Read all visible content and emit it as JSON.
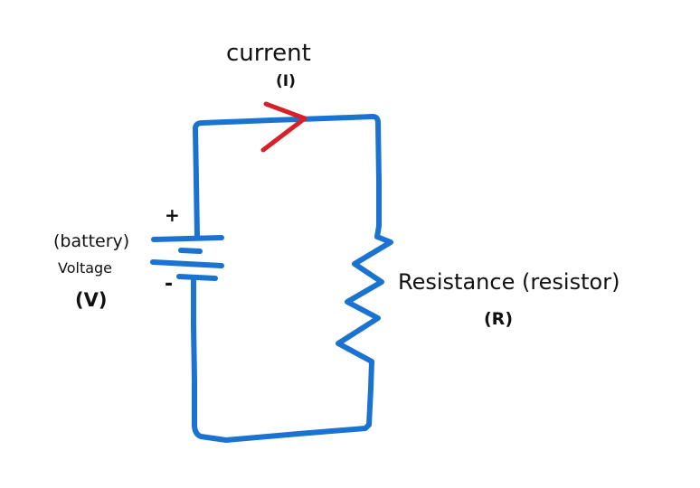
{
  "colors": {
    "wire": "#1a73d1",
    "current_arrow": "#d9202a",
    "text": "#111111",
    "background": "#ffffff"
  },
  "labels": {
    "current": "current",
    "current_symbol": "(I)",
    "battery": "(battery)",
    "voltage": "Voltage",
    "voltage_symbol": "(V)",
    "plus": "+",
    "minus": "-",
    "resistance": "Resistance (resistor)",
    "resistance_symbol": "(R)"
  },
  "components": [
    {
      "type": "battery",
      "label": "Voltage",
      "symbol": "V"
    },
    {
      "type": "resistor",
      "label": "Resistance",
      "symbol": "R"
    },
    {
      "type": "current-arrow",
      "label": "current",
      "symbol": "I",
      "direction": "right"
    }
  ]
}
